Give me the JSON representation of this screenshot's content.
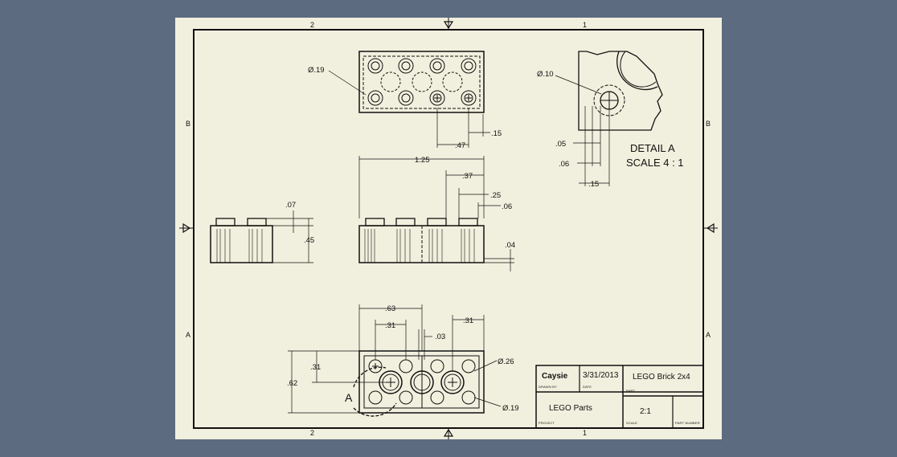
{
  "zones": {
    "top_left": "2",
    "top_right": "1",
    "bottom_left": "2",
    "bottom_right": "1",
    "left_upper": "B",
    "left_lower": "A",
    "right_upper": "B",
    "right_lower": "A"
  },
  "top_view": {
    "hole_dia": "Ø.19",
    "dim_47": ".47",
    "dim_15": ".15"
  },
  "front_view": {
    "overall_length": "1.25",
    "dim_37": ".37",
    "dim_25": ".25",
    "dim_06": ".06",
    "dim_04": ".04"
  },
  "side_view": {
    "stud_height": ".07",
    "height": ".45"
  },
  "bottom_view": {
    "dim_63": ".63",
    "dim_31_left": ".31",
    "dim_03": ".03",
    "dim_31_right": ".31",
    "dim_62": ".62",
    "dim_31_vert": ".31",
    "tube_dia": "Ø.26",
    "hole_dia": "Ø.19",
    "section_label": "A"
  },
  "detail": {
    "title": "DETAIL  A",
    "scale": "SCALE 4 : 1",
    "hole_dia": "Ø.10",
    "dim_05": ".05",
    "dim_06": ".06",
    "dim_15": ".15"
  },
  "title_block": {
    "drawn_by": "Caysie",
    "drawn_by_caption": "DRAWN BY",
    "date": "3/31/2013",
    "date_caption": "DATE",
    "part": "LEGO Brick 2x4",
    "part_caption": "PART",
    "project": "LEGO Parts",
    "project_caption": "PROJECT",
    "scale": "2:1",
    "scale_caption": "SCALE",
    "part_number_caption": "PART NUMBER"
  }
}
